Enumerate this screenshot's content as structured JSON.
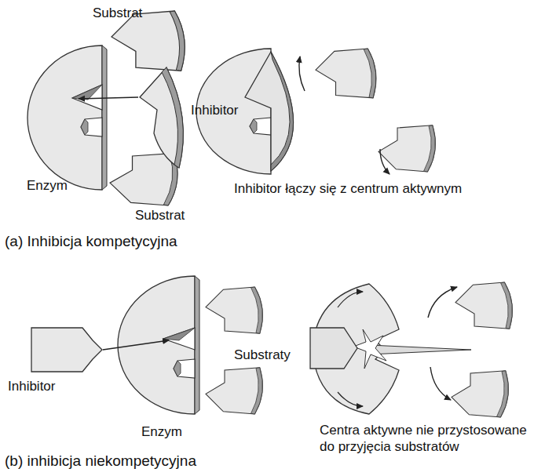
{
  "diagram": {
    "labels": [
      "Substrat",
      "Inhibitor",
      "Enzym",
      "Substrat",
      "Inhibitor łączy się z centrum aktywnym",
      "(a) Inhibicja kompetycyjna",
      "Inhibitor",
      "Enzym",
      "Substraty",
      "Centra aktywne nie przystosowane do przyjęcia substratów",
      "(b) inhibicja niekompetycyjna"
    ]
  }
}
